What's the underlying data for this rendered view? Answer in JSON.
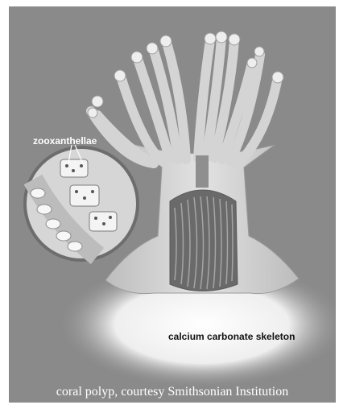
{
  "labels": {
    "zooxanthellae": "zooxanthellae",
    "skeleton": "calcium carbonate skeleton"
  },
  "caption": "coral polyp, courtesy Smithsonian Institution",
  "colors": {
    "background": "#8a8a8a",
    "tissue": "#d9d9d9",
    "skeleton_glow": "#ffffff",
    "label_dark": "#111111",
    "label_light": "#ffffff"
  }
}
